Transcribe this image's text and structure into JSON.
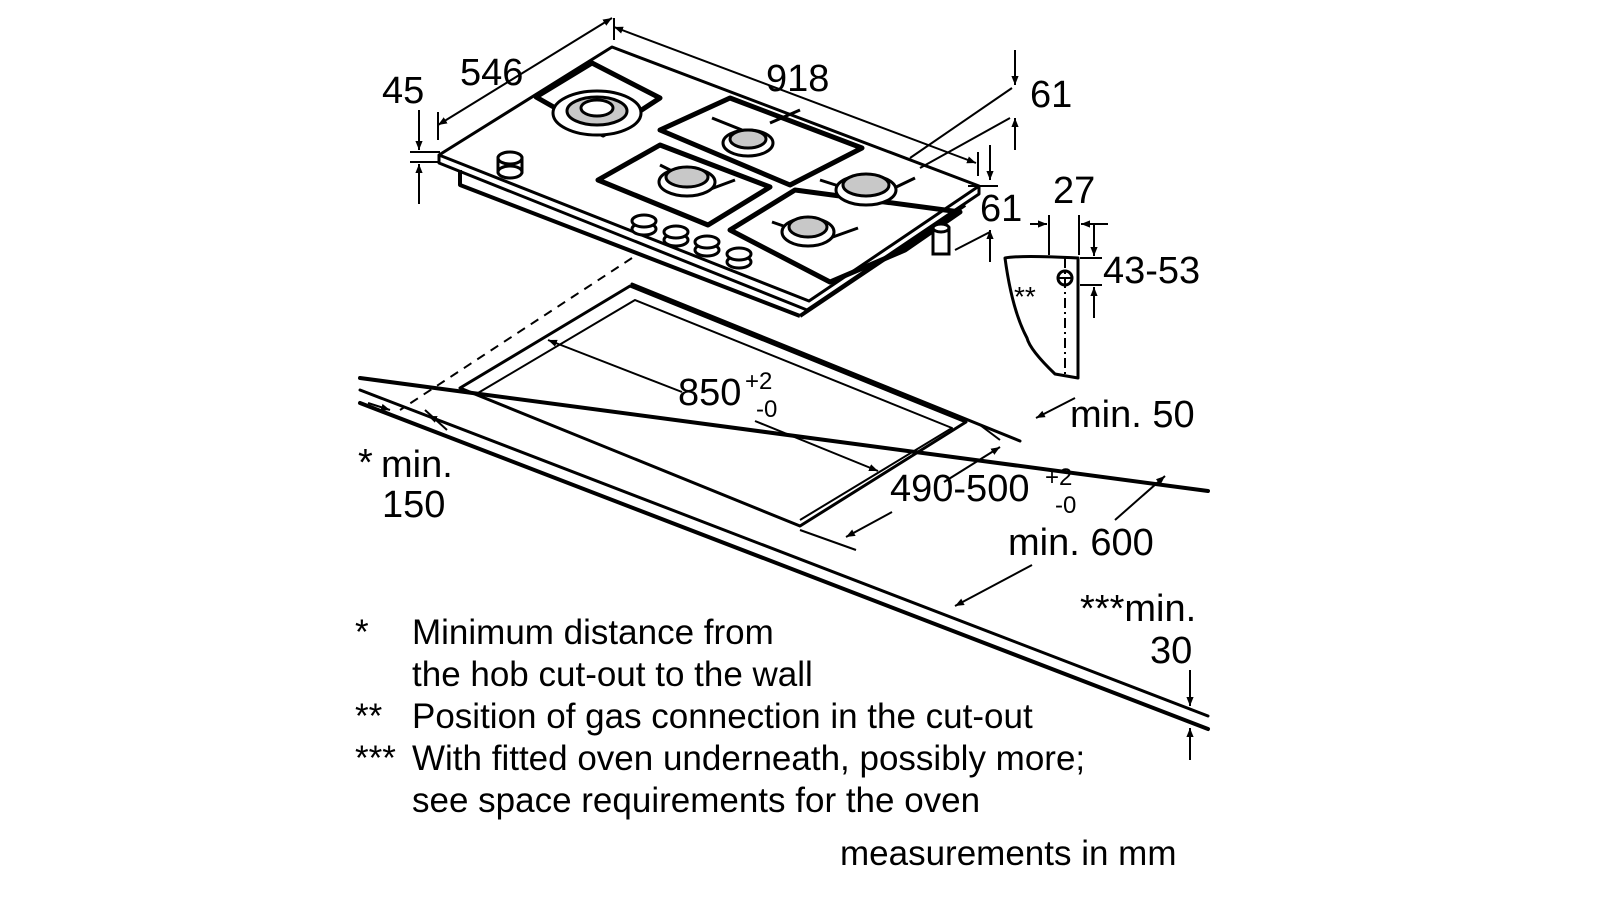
{
  "dimensions": {
    "depth_overall": "546",
    "width_overall": "918",
    "height": "45",
    "rear_offset": "61",
    "side_offset": "61",
    "gas_horizontal": "27",
    "gas_vertical": "43-53",
    "gas_marker": "**",
    "cutout_width": "850",
    "cutout_width_tol_plus": "+2",
    "cutout_width_tol_minus": "-0",
    "cutout_depth": "490-500",
    "cutout_depth_tol_plus": "+2",
    "cutout_depth_tol_minus": "-0",
    "min_wall_prefix": "*",
    "min_wall_line1": "min.",
    "min_wall_line2": "150",
    "min_back": "min. 50",
    "min_worktop": "min. 600",
    "min_thickness_line1": "***min.",
    "min_thickness_line2": "30"
  },
  "notes": [
    {
      "mark": "*",
      "lines": [
        "Minimum distance from",
        "the hob cut-out to the wall"
      ]
    },
    {
      "mark": "**",
      "lines": [
        "Position of gas connection in the cut-out"
      ]
    },
    {
      "mark": "***",
      "lines": [
        "With fitted oven underneath, possibly more;",
        "see space requirements for the oven"
      ]
    }
  ],
  "units_label": "measurements in mm"
}
